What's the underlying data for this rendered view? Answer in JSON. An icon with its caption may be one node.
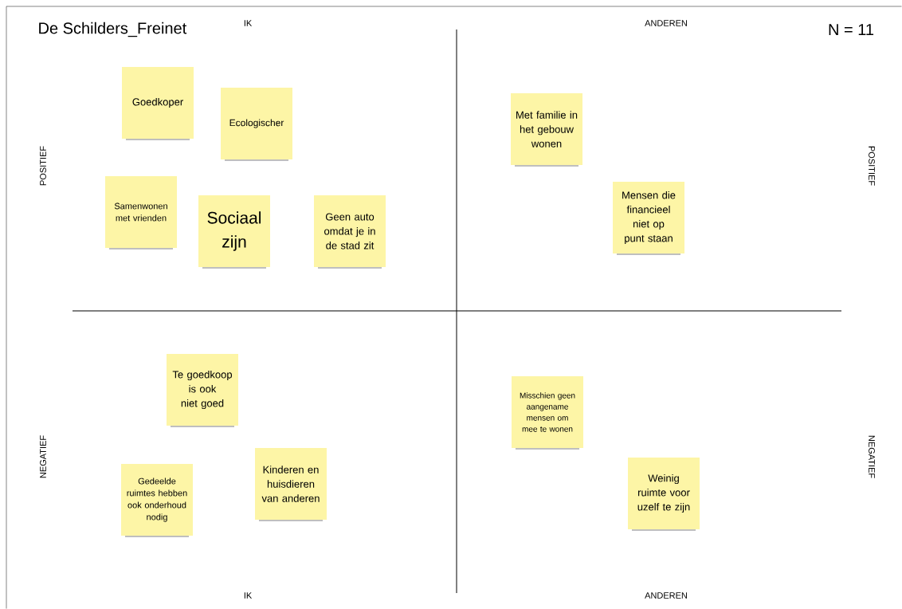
{
  "diagram": {
    "title": "De Schilders_Freinet",
    "nodes": [
      {
        "text": [
          "Goedkoper"
        ]
      },
      {
        "text": [
          "Ecologischer"
        ]
      },
      {
        "text": [
          "Samenwonen met vrienden"
        ]
      },
      {
        "text": [
          "Sociaal zijn"
        ]
      },
      {
        "text": [
          "Geen auto omdat je in de stad zit"
        ]
      },
      {
        "text": [
          "Met familie in het gebouw wonen"
        ]
      },
      {
        "text": [
          "Mensen die financieel niet op punt staan"
        ]
      },
      {
        "text": [
          "Te goedkoop is ook niet goed"
        ]
      },
      {
        "text": [
          "Gedeelde ruimtes hebben ook onderhoud nodig"
        ]
      },
      {
        "text": [
          "Kinderen en huisdieren van anderen"
        ]
      },
      {
        "text": [
          "Misschien geen aangename mensen om mee te wonen"
        ]
      },
      {
        "text": [
          "Weinig ruimte voor uzelf te zijn"
        ]
      }
    ],
    "labels": [
      "IK",
      "ANDEREN",
      "N = 11",
      "POSITIEF",
      "POSITIEF",
      "NEGATIEF",
      "NEGATIEF",
      "IK",
      "ANDEREN"
    ]
  }
}
